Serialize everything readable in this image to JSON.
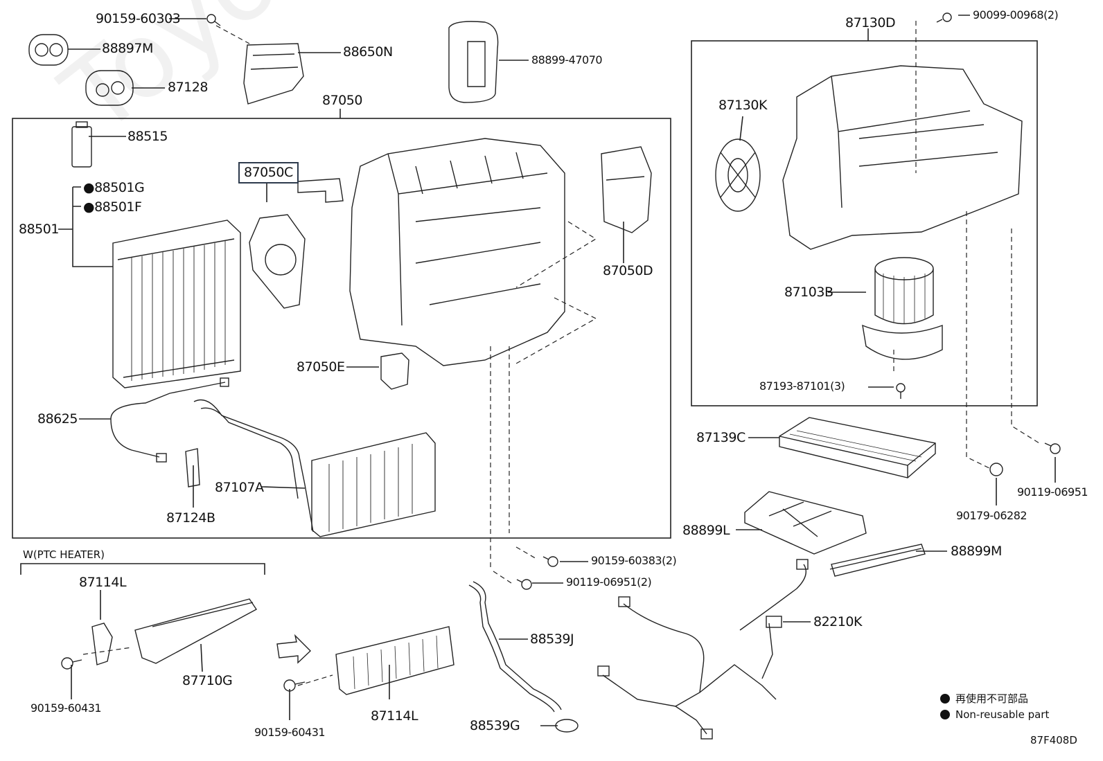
{
  "parts": {
    "p90159_60303": "90159-60303",
    "p88897M": "88897M",
    "p87128": "87128",
    "p88650N": "88650N",
    "p88899_47070": "88899-47070",
    "p87050": "87050",
    "p88515": "88515",
    "p87050C": "87050C",
    "p88501G": "●88501G",
    "p88501F": "●88501F",
    "p88501": "88501",
    "p87050D": "87050D",
    "p87050E": "87050E",
    "p88625": "88625",
    "p87124B": "87124B",
    "p87107A": "87107A",
    "p87130D": "87130D",
    "p90099_00968": "90099-00968(2)",
    "p87130K": "87130K",
    "p87103B": "87103B",
    "p87193_87101": "87193-87101(3)",
    "p87139C": "87139C",
    "p90119_06951": "90119-06951",
    "p90179_06282": "90179-06282",
    "p88899L": "88899L",
    "p88899M": "88899M",
    "p90159_60383": "90159-60383(2)",
    "p90119_06951_2": "90119-06951(2)",
    "p87114L_a": "87114L",
    "p87710G": "87710G",
    "p90159_60431_a": "90159-60431",
    "p87114L_b": "87114L",
    "p90159_60431_b": "90159-60431",
    "p88539J": "88539J",
    "p88539G": "88539G",
    "p82210K": "82210K"
  },
  "group_label": "W(PTC HEATER)",
  "legend": {
    "jp": "再使用不可部品",
    "en": "Non-reusable part"
  },
  "diagram_code": "87F408D",
  "watermark": "ToyotaCarMine.ru"
}
